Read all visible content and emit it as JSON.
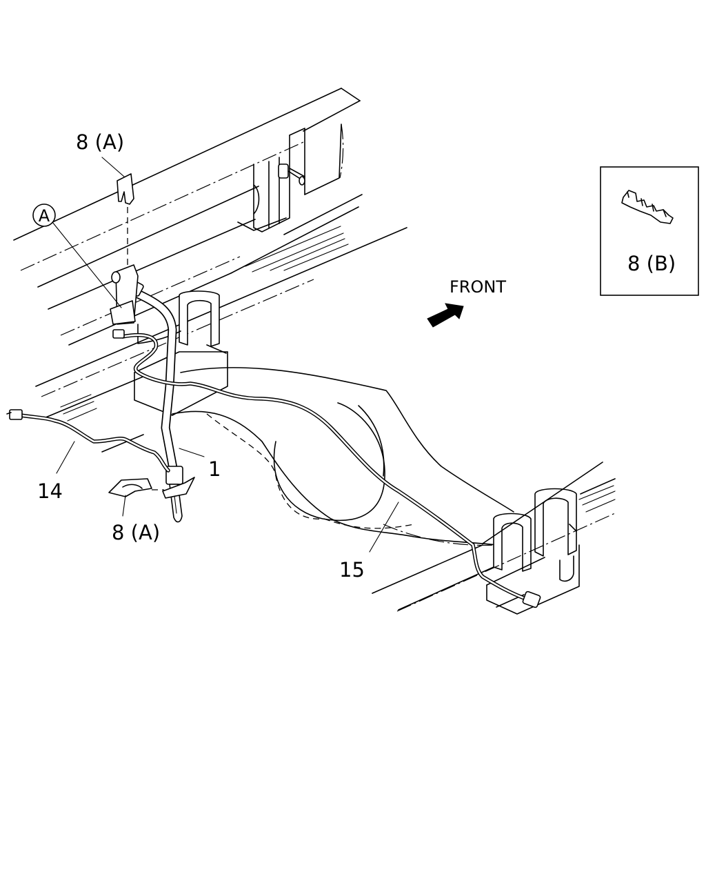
{
  "labels": {
    "clip_a_top": "8 (A)",
    "clip_a_bottom": "8 (A)",
    "clip_b": "8 (B)",
    "circle_a": "A",
    "hose": "1",
    "pipe_left": "14",
    "pipe_axle": "15",
    "front": "FRONT"
  },
  "icons": {
    "front_arrow": "arrow-right-icon"
  }
}
